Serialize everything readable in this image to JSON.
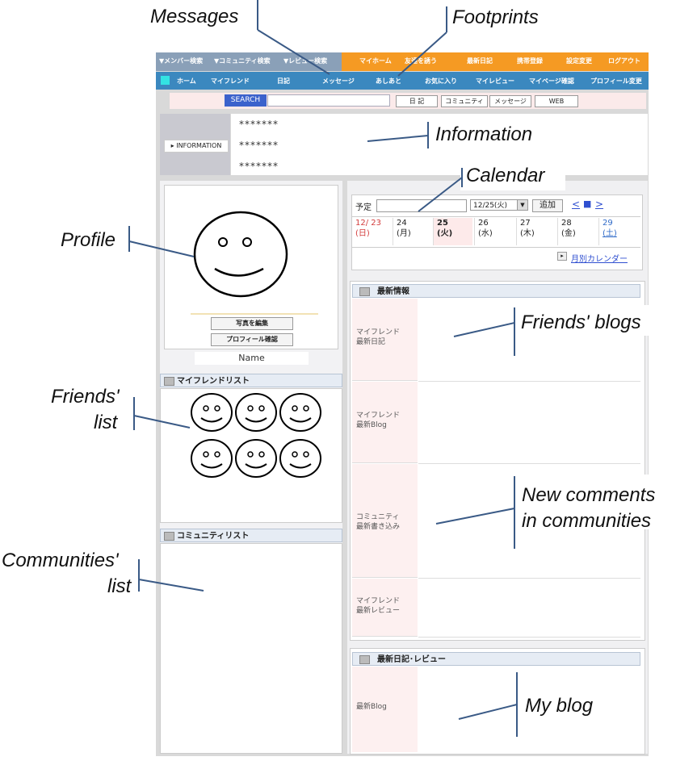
{
  "topbar": {
    "left_links": [
      "▼メンバー検索",
      "▼コミュニティ検索",
      "▼レビュー検索"
    ],
    "right_links": [
      "マイホーム",
      "友達を誘う",
      "最新日記",
      "携帯登録",
      "設定変更",
      "ログアウト"
    ]
  },
  "navbar": {
    "items": [
      "ホーム",
      "マイフレンド",
      "日記",
      "メッセージ",
      "あしあと",
      "お気に入り",
      "マイレビュー",
      "マイページ確認",
      "プロフィール変更"
    ]
  },
  "search": {
    "button_label": "SEARCH",
    "tabs": [
      "日 記",
      "コミュニティ",
      "メッセージ",
      "WEB"
    ]
  },
  "information": {
    "label": "INFORMATION",
    "items": [
      "*******",
      "*******",
      "*******"
    ]
  },
  "profile": {
    "edit_photo_label": "写真を編集",
    "confirm_profile_label": "プロフィール確認",
    "name": "Name"
  },
  "friends_list": {
    "title": "マイフレンドリスト",
    "count": 6
  },
  "communities_list": {
    "title": "コミュニティリスト"
  },
  "calendar": {
    "schedule_label": "予定",
    "date_select_value": "12/25(火)",
    "add_button_label": "追加",
    "nav_prev": "<",
    "nav_today": "■",
    "nav_next": ">",
    "days": [
      {
        "date": "12/ 23",
        "weekday": "(日)",
        "color": "#d33c3c",
        "bold": false
      },
      {
        "date": "24",
        "weekday": "(月)",
        "color": "#222222",
        "bold": false
      },
      {
        "date": "25",
        "weekday": "(火)",
        "color": "#222222",
        "bold": true
      },
      {
        "date": "26",
        "weekday": "(水)",
        "color": "#222222",
        "bold": false
      },
      {
        "date": "27",
        "weekday": "(木)",
        "color": "#222222",
        "bold": false
      },
      {
        "date": "28",
        "weekday": "(金)",
        "color": "#222222",
        "bold": false
      },
      {
        "date": "29",
        "weekday": "(土)",
        "color": "#2f6ac8",
        "bold": false
      }
    ],
    "monthly_link": "月別カレンダー"
  },
  "latest_info": {
    "title": "最新情報",
    "rows": [
      {
        "label_line1": "マイフレンド",
        "label_line2": "最新日記"
      },
      {
        "label_line1": "マイフレンド",
        "label_line2": "最新Blog"
      },
      {
        "label_line1": "コミュニティ",
        "label_line2": "最新書き込み"
      },
      {
        "label_line1": "マイフレンド",
        "label_line2": "最新レビュー"
      }
    ]
  },
  "latest_diary": {
    "title": "最新日記･レビュー",
    "row_label": "最新Blog"
  },
  "callouts": {
    "messages": "Messages",
    "footprints": "Footprints",
    "information": "Information",
    "calendar": "Calendar",
    "profile": "Profile",
    "friends_blogs": "Friends' blogs",
    "friends_list_line1": "Friends'",
    "friends_list_line2": "list",
    "new_comments_line1": "New comments",
    "new_comments_line2": "in communities",
    "communities_list_line1": "Communities'",
    "communities_list_line2": "list",
    "my_blog": "My blog"
  },
  "colors": {
    "topbar": "#f59a23",
    "navbar": "#3b88bf",
    "search_button": "#3b62cc",
    "callout_line": "#3a5a86"
  }
}
